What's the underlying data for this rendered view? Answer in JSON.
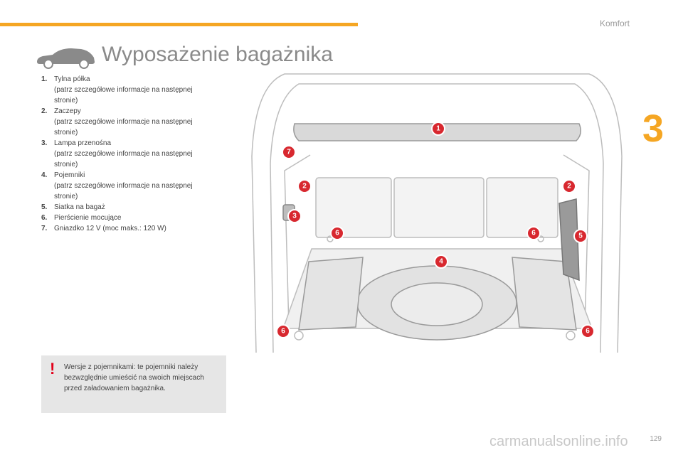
{
  "header": {
    "section": "Komfort",
    "chapter": "3"
  },
  "title": "Wyposażenie bagażnika",
  "items": [
    {
      "num": "1.",
      "label": "Tylna półka",
      "note": "(patrz szczegółowe informacje na następnej stronie)"
    },
    {
      "num": "2.",
      "label": "Zaczepy",
      "note": "(patrz szczegółowe informacje na następnej stronie)"
    },
    {
      "num": "3.",
      "label": "Lampa przenośna",
      "note": "(patrz szczegółowe informacje na następnej stronie)"
    },
    {
      "num": "4.",
      "label": "Pojemniki",
      "note": "(patrz szczegółowe informacje na następnej stronie)"
    },
    {
      "num": "5.",
      "label": "Siatka na bagaż",
      "note": ""
    },
    {
      "num": "6.",
      "label": "Pierścienie mocujące",
      "note": ""
    },
    {
      "num": "7.",
      "label": "Gniazdko 12 V (moc maks.: 120 W)",
      "note": ""
    }
  ],
  "warning": {
    "icon": "!",
    "text": "Wersje z pojemnikami: te pojemniki należy bezwzględnie umieścić na swoich miejscach przed załadowaniem bagażnika."
  },
  "callouts": {
    "c1": "1",
    "c2": "2",
    "c3": "3",
    "c4": "4",
    "c5": "5",
    "c6": "6",
    "c7": "7"
  },
  "page_number": "129",
  "watermark": "carmanualsonline.info",
  "colors": {
    "accent": "#f5a623",
    "callout": "#d8282f",
    "warning": "#e2001a"
  }
}
